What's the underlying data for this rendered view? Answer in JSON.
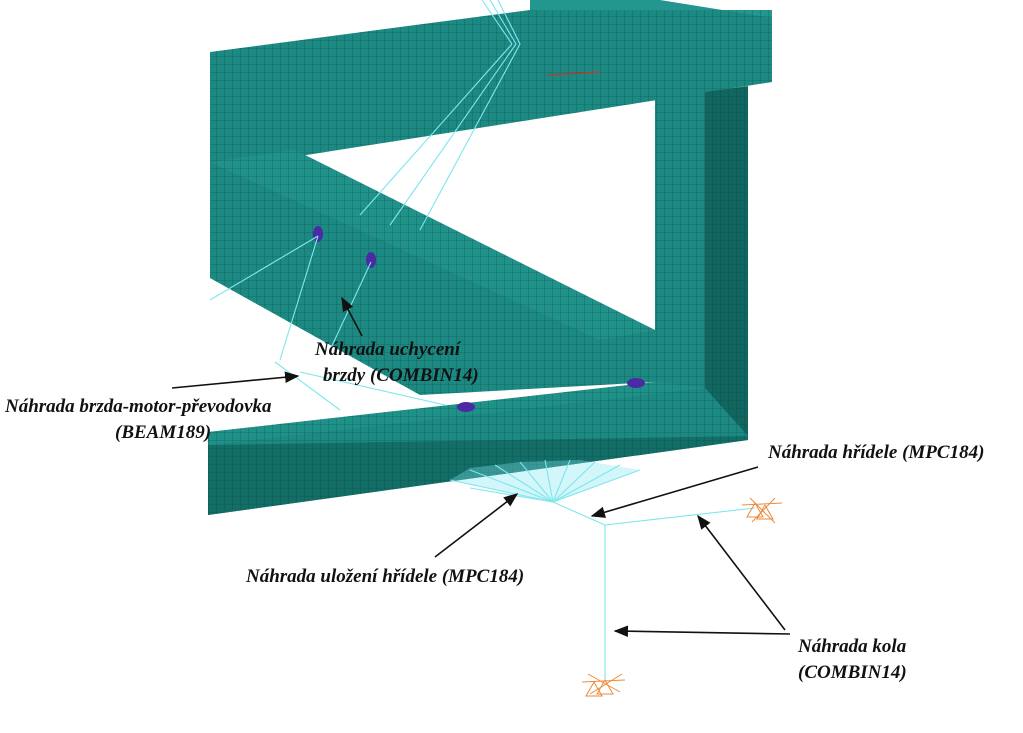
{
  "colors": {
    "mesh_face_light": "#1c8a83",
    "mesh_face_dark": "#126660",
    "mesh_face_top": "#23978f",
    "mesh_grid": "#0b3b38",
    "beam_lines": "#7ee6ef",
    "hole_marks": "#4b2aa6",
    "arrow": "#111111",
    "support_marks": "#ee8a3a"
  },
  "labels": {
    "brake_mount_line1": "Náhrada uchycení",
    "brake_mount_line2": "brzdy (COMBIN14)",
    "brake_motor_line1": "Náhrada brzda-motor-převodovka",
    "brake_motor_line2": "(BEAM189)",
    "shaft": "Náhrada hřídele (MPC184)",
    "shaft_bearing": "Náhrada uložení hřídele (MPC184)",
    "wheel_line1": "Náhrada kola",
    "wheel_line2": "(COMBIN14)"
  },
  "icons": {
    "mesh_frame": "fe-mesh-frame",
    "support": "boundary-condition-triangles"
  }
}
